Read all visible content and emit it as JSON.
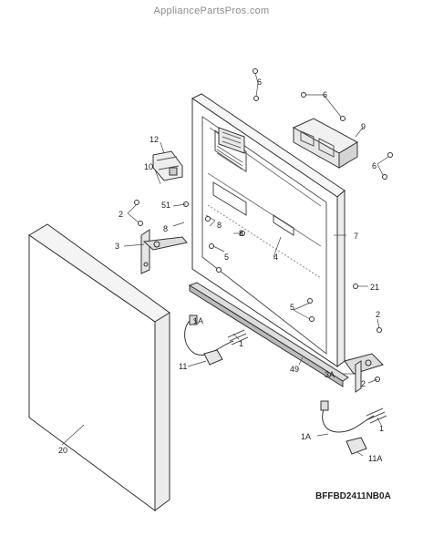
{
  "header": {
    "site": "AppliancePartsPros.com"
  },
  "diagram": {
    "code": "BFFBD2411NB0A",
    "callouts": {
      "c6a": "6",
      "c6b": "6",
      "c6c": "6",
      "c9": "9",
      "c12": "12",
      "c10": "10",
      "c2a": "2",
      "c51": "51",
      "c8a": "8",
      "c8b": "8",
      "c8c": "8",
      "c3": "3",
      "c4": "4",
      "c5a": "5",
      "c5b": "5",
      "c7": "7",
      "c21": "21",
      "c2b": "2",
      "c1a_left": "1A",
      "c1_left": "1",
      "c11_left": "11",
      "c49": "49",
      "c3a": "3A",
      "c2c": "2",
      "c20": "20",
      "c1a_right": "1A",
      "c1_right": "1",
      "c11a": "11A"
    }
  }
}
